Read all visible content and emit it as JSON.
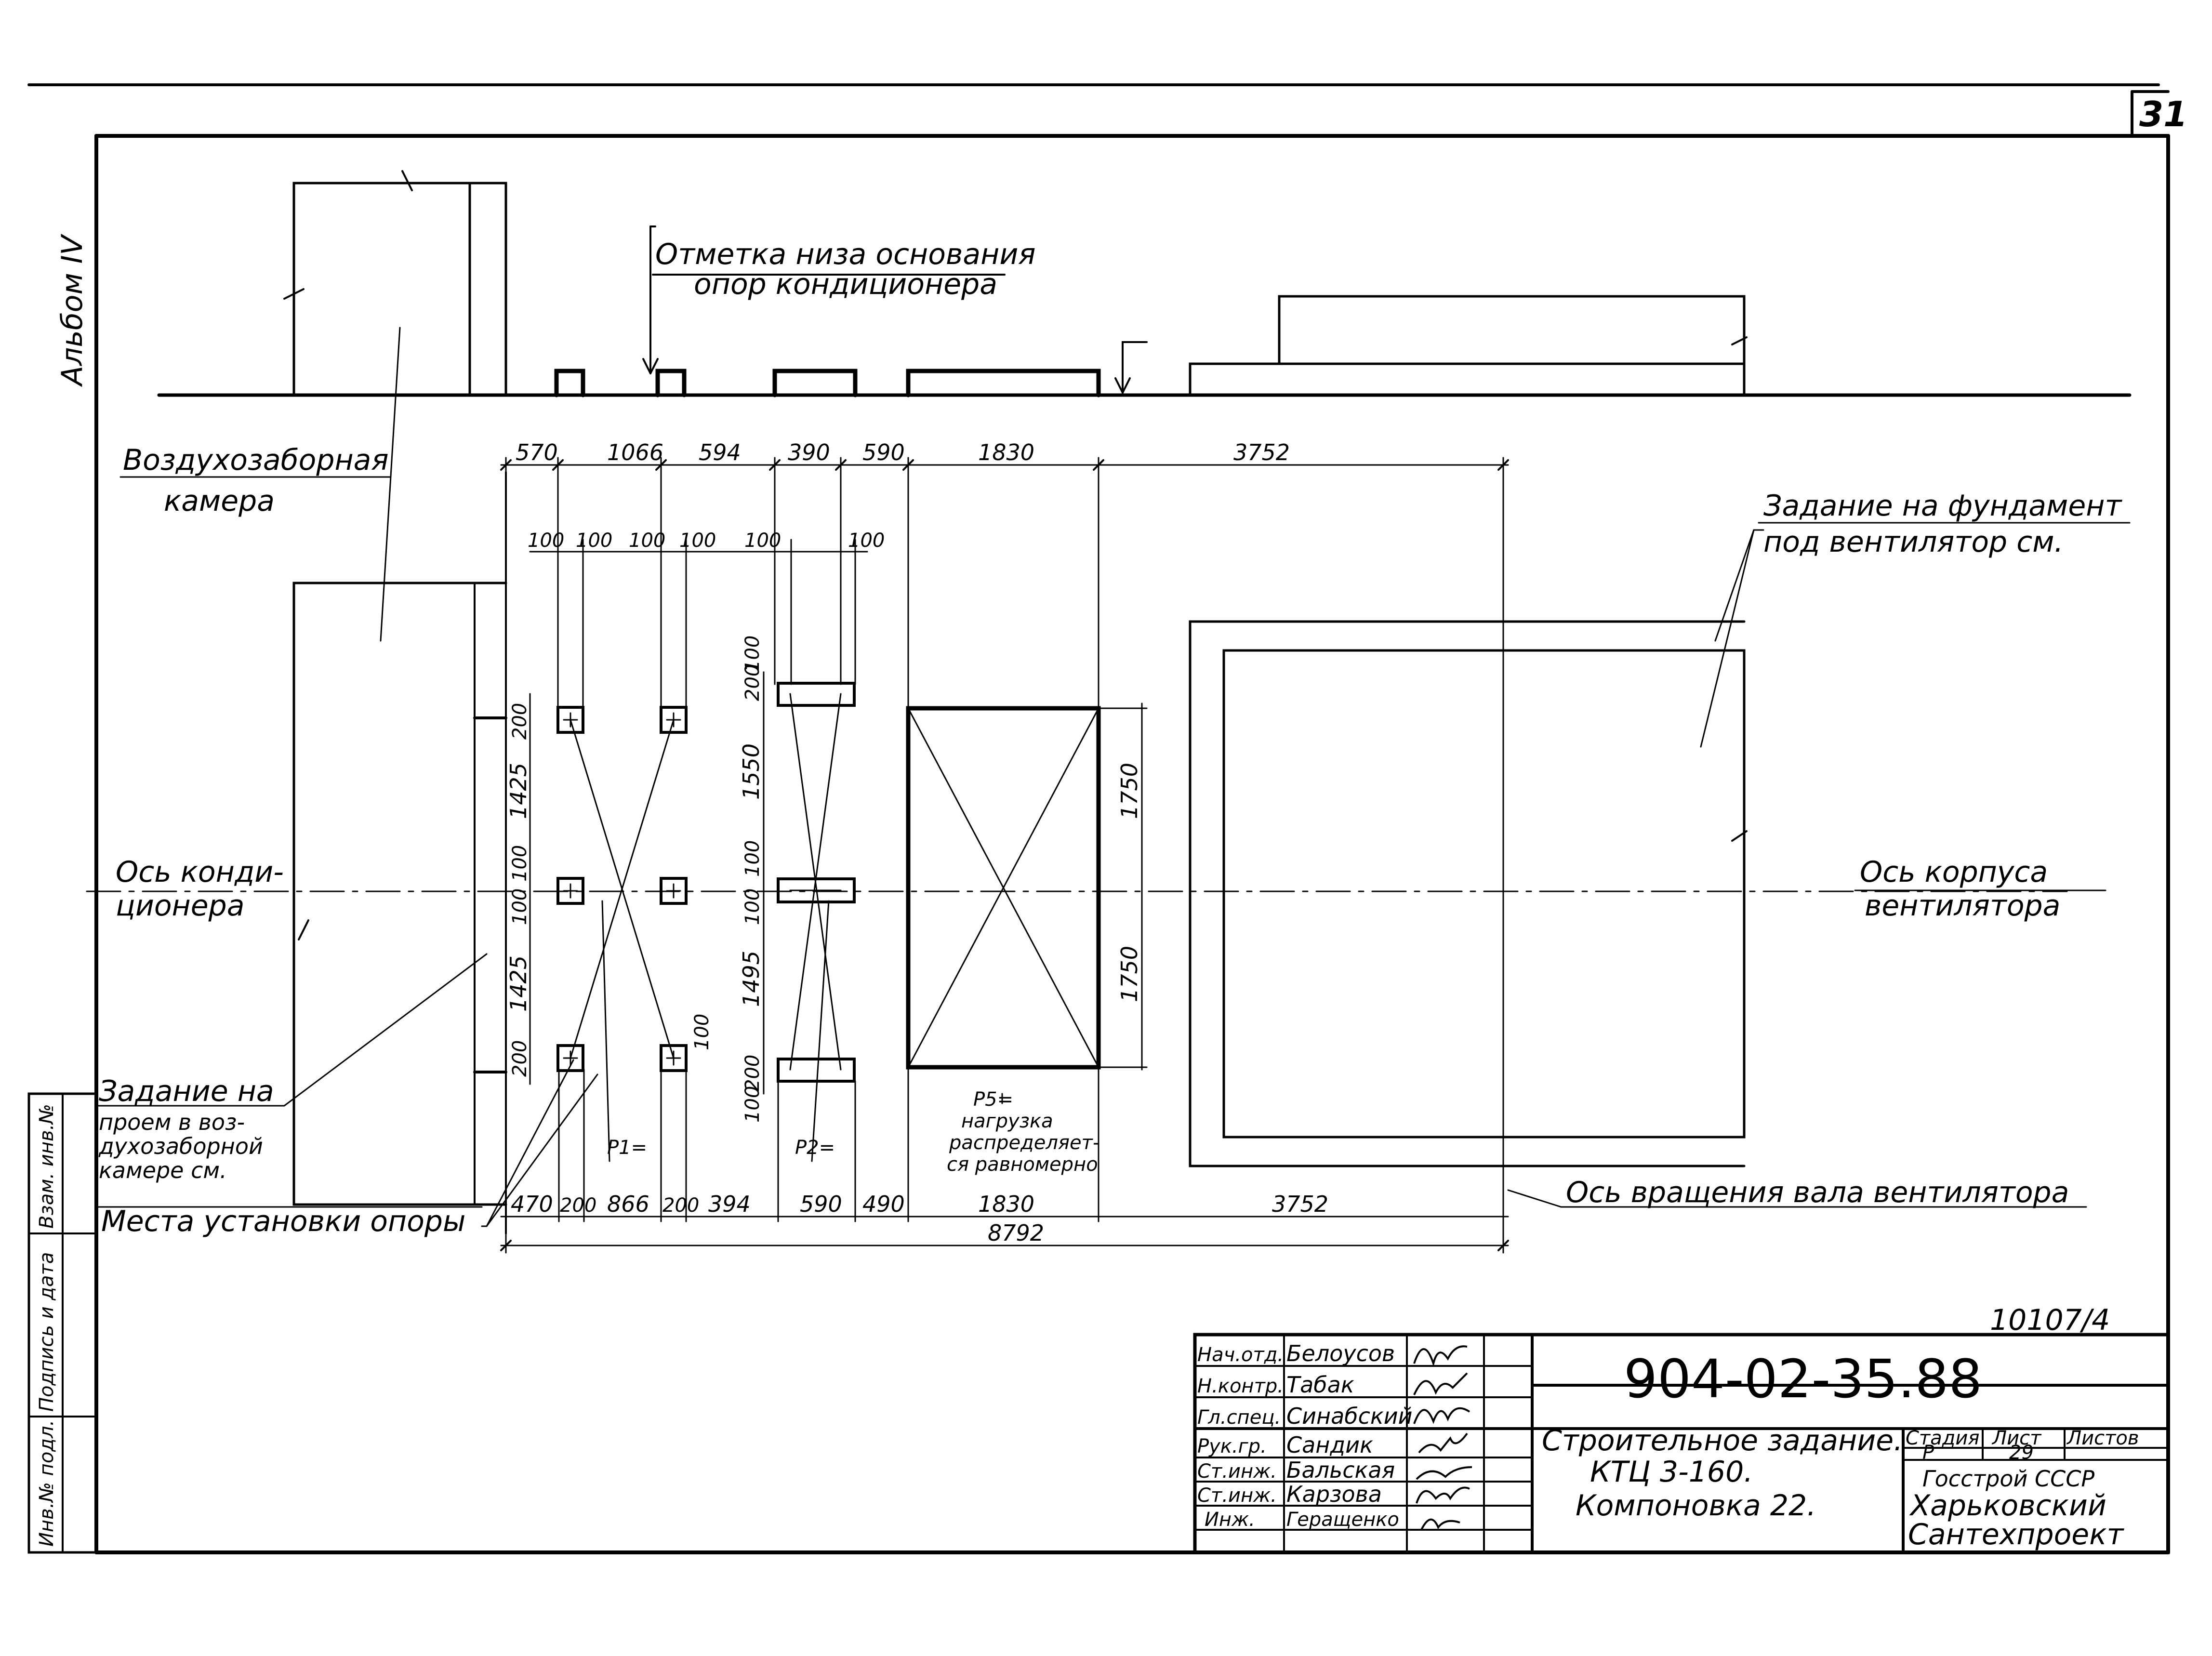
{
  "sheet": {
    "page_number": "31",
    "album": "Альбом IV",
    "stamp_side": [
      "Инв.№ подл.",
      "Подпись и дата",
      "Взам. инв.№"
    ]
  },
  "elevation": {
    "note": [
      "Отметка низа основания",
      "опор кондиционера"
    ]
  },
  "labels": {
    "intake_chamber": [
      "Воздухозаборная",
      "камера"
    ],
    "fan_foundation_task": [
      "Задание на фундамент",
      "под вентилятор см."
    ],
    "conditioner_axis": [
      "Ось конди-",
      "ционера"
    ],
    "fan_casing_axis": [
      "Ось корпуса",
      "вентилятора"
    ],
    "opening_task": [
      "Задание на",
      "проем в воз-",
      "духозаборной",
      "камере см."
    ],
    "support_places": "Места установки опоры",
    "fan_shaft_axis": "Ось вращения вала вентилятора",
    "p1": "P1=",
    "p2": "P2=",
    "p5": [
      "P5=",
      "нагрузка",
      "распределяет-",
      "ся равномерно"
    ]
  },
  "dimensions": {
    "top_chain": [
      "570",
      "1066",
      "594",
      "390",
      "590",
      "1830",
      "3752"
    ],
    "offsets_100": [
      "100",
      "100",
      "100",
      "100",
      "100",
      "100"
    ],
    "bottom_chain": [
      "470",
      "200",
      "866",
      "200",
      "394",
      "590",
      "490",
      "1830",
      "3752"
    ],
    "total": "8792",
    "left_vertical": [
      "200",
      "1425",
      "100",
      "100",
      "1425",
      "200"
    ],
    "mid_vertical": [
      "100",
      "200",
      "1550",
      "100",
      "100",
      "1495",
      "100",
      "200",
      "100"
    ],
    "fan_vertical": [
      "1750",
      "1750"
    ]
  },
  "title_block": {
    "project_code": "904-02-35.88",
    "inventory": "10107/4",
    "description": [
      "Строительное задание.",
      "КТЦ 3-160.",
      "Компоновка 22."
    ],
    "roles": [
      {
        "role": "Нач.отд.",
        "name": "Белоусов"
      },
      {
        "role": "Н.контр.",
        "name": "Табак"
      },
      {
        "role": "Гл.спец.",
        "name": "Синабский"
      },
      {
        "role": "Рук.гр.",
        "name": "Сандик"
      },
      {
        "role": "Ст.инж.",
        "name": "Бальская"
      },
      {
        "role": "Ст.инж.",
        "name": "Карзова"
      },
      {
        "role": "Инж.",
        "name": "Геращенко"
      }
    ],
    "stage_header": "Стадия",
    "sheet_header": "Лист",
    "sheets_header": "Листов",
    "stage": "Р",
    "sheet": "29",
    "org": [
      "Госстрой СССР",
      "Харьковский",
      "Сантехпроект"
    ]
  }
}
